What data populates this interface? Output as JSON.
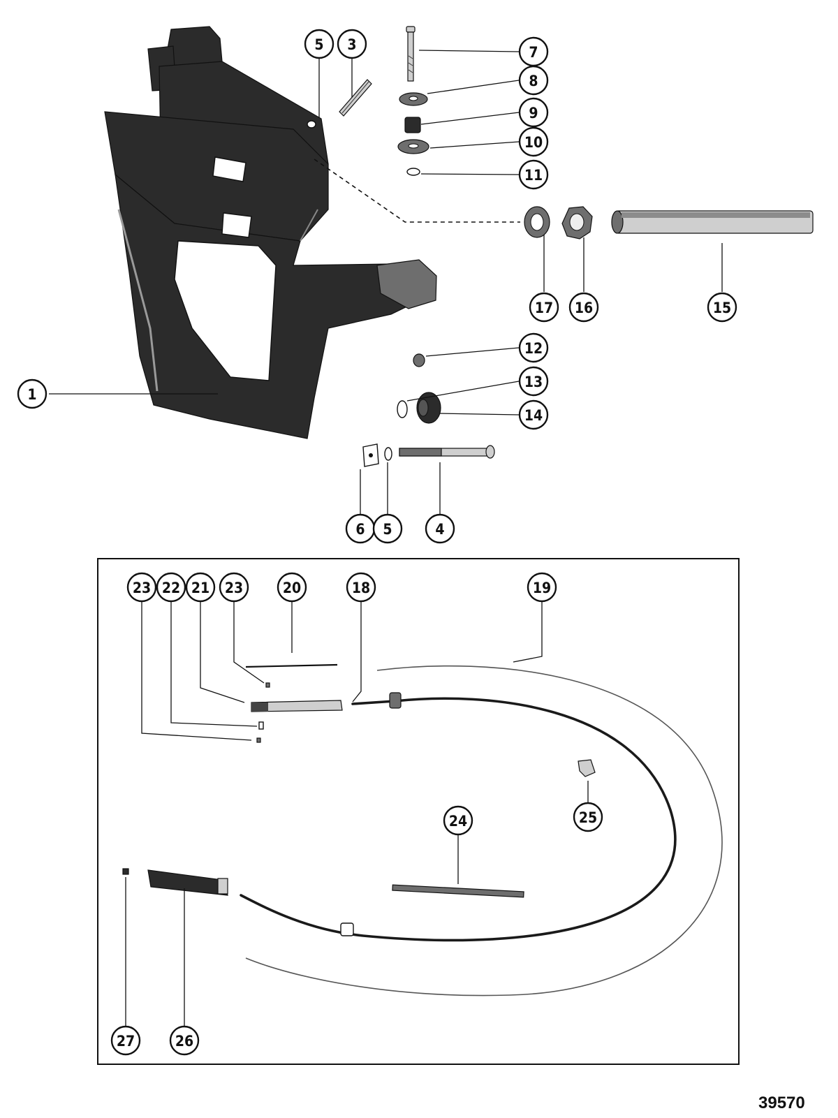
{
  "figure_number": "39570",
  "callouts": {
    "c1": "1",
    "c3": "3",
    "c4": "4",
    "c5a": "5",
    "c5b": "5",
    "c6": "6",
    "c7": "7",
    "c8": "8",
    "c9": "9",
    "c10": "10",
    "c11": "11",
    "c12": "12",
    "c13": "13",
    "c14": "14",
    "c15": "15",
    "c16": "16",
    "c17": "17",
    "c18": "18",
    "c19": "19",
    "c20": "20",
    "c21": "21",
    "c22": "22",
    "c23a": "23",
    "c23b": "23",
    "c24": "24",
    "c25": "25",
    "c26": "26",
    "c27": "27"
  }
}
